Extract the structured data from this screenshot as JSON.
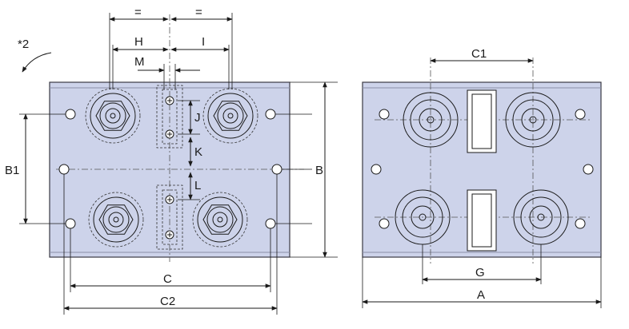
{
  "note_label": "*2",
  "left_view": {
    "dimensions": {
      "eq_left": "=",
      "eq_right": "=",
      "H": "H",
      "I": "I",
      "M": "M",
      "J": "J",
      "K": "K",
      "L": "L",
      "B1": "B1",
      "B": "B",
      "C": "C",
      "C2": "C2"
    }
  },
  "right_view": {
    "dimensions": {
      "C1": "C1",
      "G": "G",
      "A": "A"
    }
  },
  "colors": {
    "plate_fill": "#cdd3ea",
    "line": "#1a1a1a"
  },
  "icons": {
    "rotation_arrow": "curved-arrow-icon"
  }
}
